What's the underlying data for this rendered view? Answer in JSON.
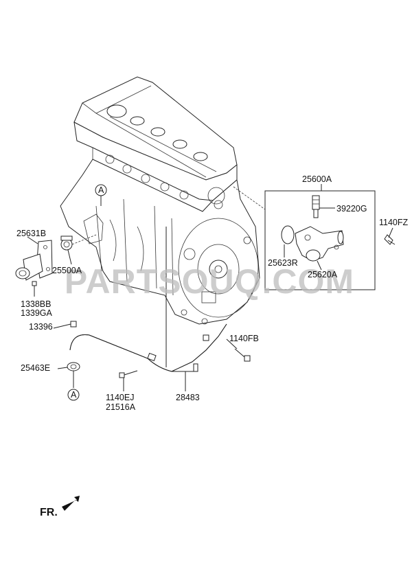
{
  "labels": {
    "p25600A": "25600A",
    "p39220G": "39220G",
    "p1140FZ": "1140FZ",
    "p25623R": "25623R",
    "p25620A": "25620A",
    "p25631B": "25631B",
    "p25500A": "25500A",
    "p1338BB": "1338BB",
    "p1339GA": "1339GA",
    "p13396": "13396",
    "p1140FB": "1140FB",
    "p25463E": "25463E",
    "p1140EJ": "1140EJ",
    "p21516A": "21516A",
    "p28483": "28483",
    "refA": "A",
    "fr": "FR."
  },
  "watermark": "PARTSOUQ.COM",
  "colors": {
    "line": "#222222",
    "watermark": "#bdbdbd"
  }
}
